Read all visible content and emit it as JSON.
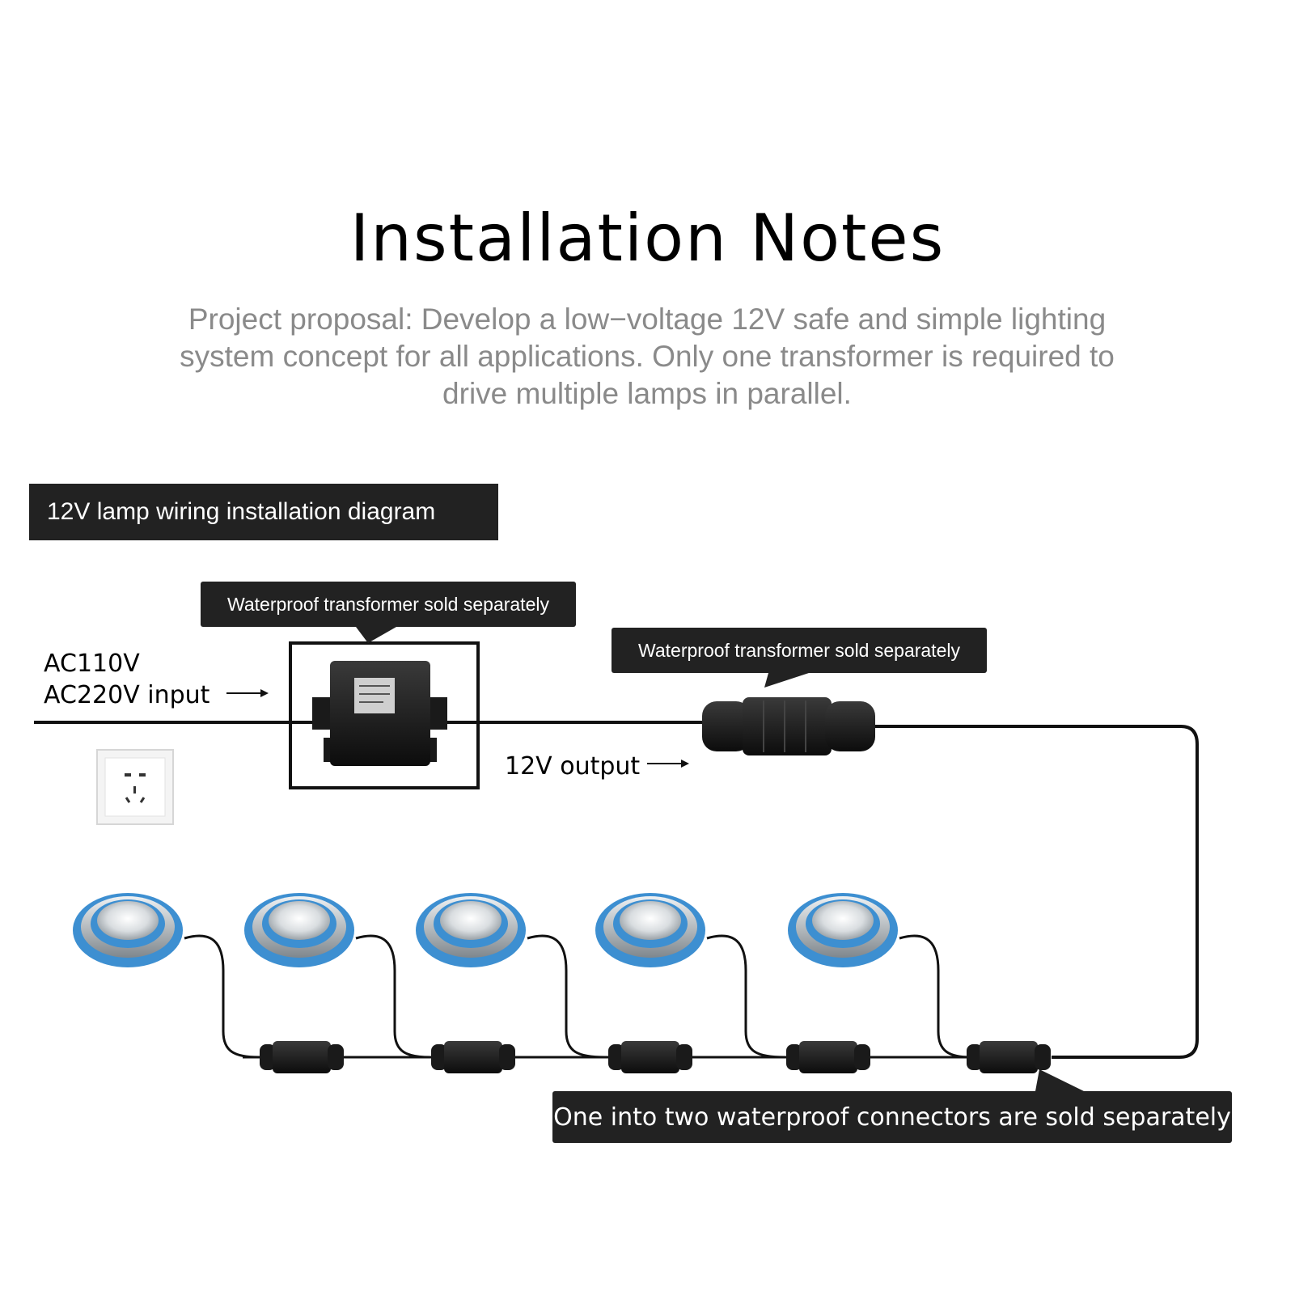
{
  "title": "Installation Notes",
  "subtitle_lines": [
    "Project proposal: Develop a low−voltage 12V safe and simple lighting",
    "system concept for all applications. Only one transformer is required to",
    "drive multiple lamps in parallel."
  ],
  "diagram_header": "12V lamp wiring installation diagram",
  "callouts": {
    "transformer": "Waterproof transformer sold separately",
    "junction": "Waterproof transformer sold separately",
    "connectors": "One into two waterproof connectors are sold separately"
  },
  "labels": {
    "input_line1": "AC110V",
    "input_line2": "AC220V input",
    "output": "12V output"
  },
  "colors": {
    "lamp_ring": "#3d8fd1",
    "callout_bg": "#222222",
    "subtitle": "#8a8a8a",
    "wire": "#111111"
  },
  "components": {
    "lamp_count": 5,
    "connector_count": 5
  }
}
